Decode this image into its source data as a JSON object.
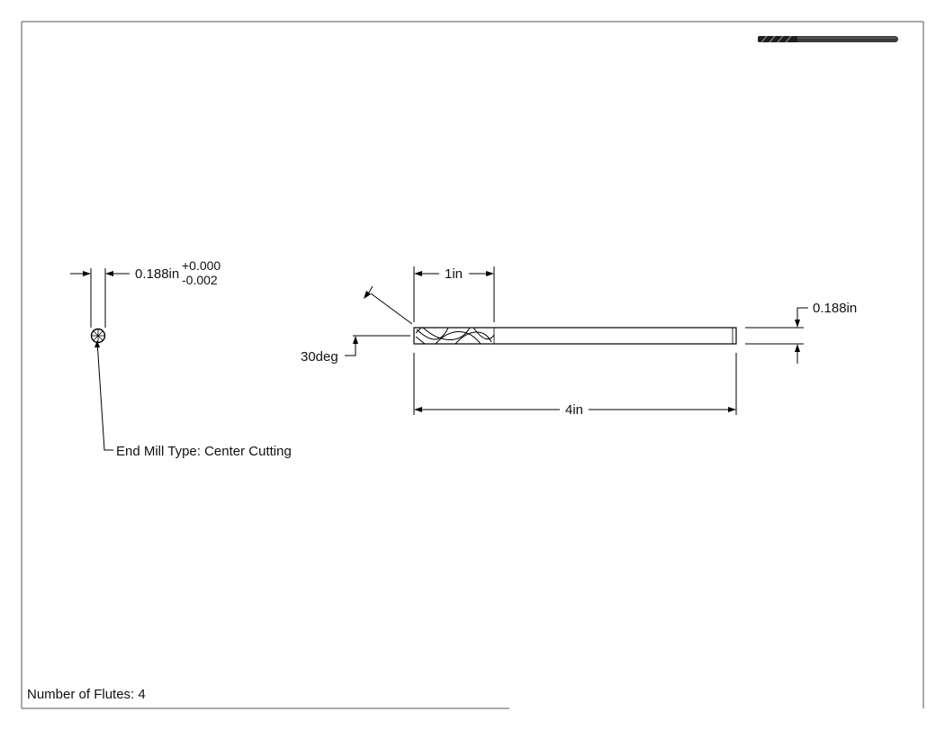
{
  "end_view": {
    "diameter_label": "0.188in",
    "tolerance_upper": "+0.000",
    "tolerance_lower": "-0.002",
    "type_note": "End Mill Type: Center Cutting"
  },
  "side_view": {
    "cut_length_label": "1in",
    "overall_length_label": "4in",
    "shank_diameter_label": "0.188in",
    "angle_label": "30deg"
  },
  "notes": {
    "flutes": "Number of Flutes: 4"
  },
  "colors": {
    "line": "#000000",
    "border": "#555555",
    "tool_fill": "#ffffff",
    "thumbnail": "#3a3a3a"
  }
}
